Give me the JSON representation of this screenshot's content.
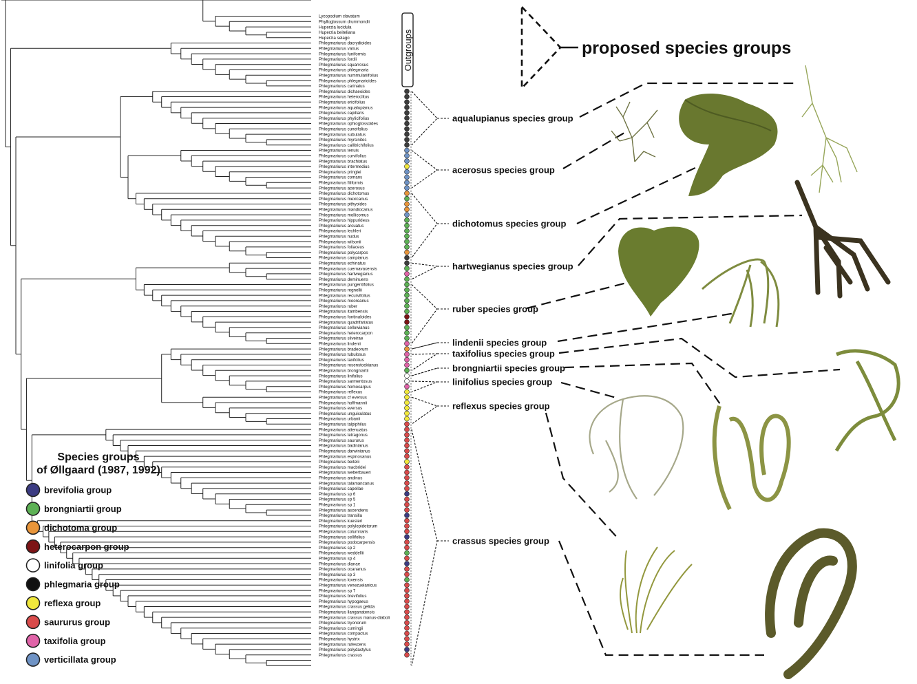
{
  "colors": {
    "brevifolia": "#3b3b82",
    "brongniartii": "#5db155",
    "dichotoma": "#e8953a",
    "heterocarpon": "#7d1416",
    "linifolia": "#ffffff",
    "phlegmaria": "#111111",
    "reflexa": "#f1e83c",
    "saururus": "#d94b4b",
    "taxifolia": "#e063a8",
    "verticillata": "#6f93c5",
    "dark": "#3d3d3d"
  },
  "outgroups_label": "Outgroups",
  "proposed_label": "proposed species groups",
  "legend": {
    "title_line1": "Species groups",
    "title_line2": "of Øllgaard (1987, 1992)",
    "items": [
      {
        "label": "brevifolia group",
        "color_key": "brevifolia"
      },
      {
        "label": "brongniartii group",
        "color_key": "brongniartii"
      },
      {
        "label": "dichotoma group",
        "color_key": "dichotoma"
      },
      {
        "label": "heterocarpon group",
        "color_key": "heterocarpon"
      },
      {
        "label": "linifolia group",
        "color_key": "linifolia"
      },
      {
        "label": "phlegmaria group",
        "color_key": "phlegmaria"
      },
      {
        "label": "reflexa group",
        "color_key": "reflexa"
      },
      {
        "label": "saururus group",
        "color_key": "saururus"
      },
      {
        "label": "taxifolia group",
        "color_key": "taxifolia"
      },
      {
        "label": "verticillata group",
        "color_key": "verticillata"
      }
    ]
  },
  "taxa": [
    {
      "name": "Lycopodium clavatum"
    },
    {
      "name": "Phylloglossum drummondii"
    },
    {
      "name": "Huperzia lucidula"
    },
    {
      "name": "Huperzia beiteliana"
    },
    {
      "name": "Huperzia selago"
    },
    {
      "name": "Phlegmariurus dacrydioides"
    },
    {
      "name": "Phlegmariurus varius"
    },
    {
      "name": "Phlegmariurus funiformis"
    },
    {
      "name": "Phlegmariurus fordii"
    },
    {
      "name": "Phlegmariurus squarrosus"
    },
    {
      "name": "Phlegmariurus phlegmaria"
    },
    {
      "name": "Phlegmariurus nummulariifolius"
    },
    {
      "name": "Phlegmariurus phlegmarioides"
    },
    {
      "name": "Phlegmariurus carinatus"
    },
    {
      "name": "Phlegmariurus dichaeoides",
      "c": "dark"
    },
    {
      "name": "Phlegmariurus heteroclitus",
      "c": "dark"
    },
    {
      "name": "Phlegmariurus ericifolius",
      "c": "dark"
    },
    {
      "name": "Phlegmariurus aqualupianus",
      "c": "dark"
    },
    {
      "name": "Phlegmariurus capillaris",
      "c": "dark"
    },
    {
      "name": "Phlegmariurus phylicifolius",
      "c": "dark"
    },
    {
      "name": "Phlegmariurus ophioglossoides",
      "c": "dark"
    },
    {
      "name": "Phlegmariurus cuneifolius",
      "c": "dark"
    },
    {
      "name": "Phlegmariurus subulatus",
      "c": "dark"
    },
    {
      "name": "Phlegmariurus myrsinites",
      "c": "dark"
    },
    {
      "name": "Phlegmariurus callitrichifolius",
      "c": "dark"
    },
    {
      "name": "Phlegmariurus tenuis",
      "c": "verticillata"
    },
    {
      "name": "Phlegmariurus curvifolius",
      "c": "verticillata"
    },
    {
      "name": "Phlegmariurus brachiatus",
      "c": "verticillata"
    },
    {
      "name": "Phlegmariurus intermedius",
      "c": "reflexa"
    },
    {
      "name": "Phlegmariurus pringlei",
      "c": "verticillata"
    },
    {
      "name": "Phlegmariurus comans",
      "c": "verticillata"
    },
    {
      "name": "Phlegmariurus filiformis",
      "c": "verticillata"
    },
    {
      "name": "Phlegmariurus acerosus",
      "c": "verticillata"
    },
    {
      "name": "Phlegmariurus dichotomus",
      "c": "dichotoma"
    },
    {
      "name": "Phlegmariurus mexicanus",
      "c": "brongniartii"
    },
    {
      "name": "Phlegmariurus pithyoides",
      "c": "dichotoma"
    },
    {
      "name": "Phlegmariurus mandiocanus",
      "c": "dichotoma"
    },
    {
      "name": "Phlegmariurus mollicomus",
      "c": "verticillata"
    },
    {
      "name": "Phlegmariurus hippurideus",
      "c": "brongniartii"
    },
    {
      "name": "Phlegmariurus arcuatus",
      "c": "brongniartii"
    },
    {
      "name": "Phlegmariurus lechleri",
      "c": "brongniartii"
    },
    {
      "name": "Phlegmariurus nudus",
      "c": "brongniartii"
    },
    {
      "name": "Phlegmariurus wilsonii",
      "c": "brongniartii"
    },
    {
      "name": "Phlegmariurus foliaceus",
      "c": "brongniartii"
    },
    {
      "name": "Phlegmariurus polycarpos",
      "c": "dichotoma"
    },
    {
      "name": "Phlegmariurus campianus",
      "c": "dark"
    },
    {
      "name": "Phlegmariurus echinatus",
      "c": "dark"
    },
    {
      "name": "Phlegmariurus cuernavacensis",
      "c": "brongniartii"
    },
    {
      "name": "Phlegmariurus hartwegianus",
      "c": "taxifolia"
    },
    {
      "name": "Phlegmariurus deminuens",
      "c": "brongniartii"
    },
    {
      "name": "Phlegmariurus pungentifolius",
      "c": "brongniartii"
    },
    {
      "name": "Phlegmariurus regnellii",
      "c": "brongniartii"
    },
    {
      "name": "Phlegmariurus recurvifolius",
      "c": "brongniartii"
    },
    {
      "name": "Phlegmariurus mooreanus",
      "c": "brongniartii"
    },
    {
      "name": "Phlegmariurus ruber",
      "c": "brongniartii"
    },
    {
      "name": "Phlegmariurus itambensis",
      "c": "brongniartii"
    },
    {
      "name": "Phlegmariurus fontinaloides",
      "c": "heterocarpon"
    },
    {
      "name": "Phlegmariurus quadrifariatus",
      "c": "heterocarpon"
    },
    {
      "name": "Phlegmariurus sellowianus",
      "c": "brongniartii"
    },
    {
      "name": "Phlegmariurus heterocarpon",
      "c": "brongniartii"
    },
    {
      "name": "Phlegmariurus silveirae",
      "c": "brongniartii"
    },
    {
      "name": "Phlegmariurus lindenii",
      "c": "taxifolia"
    },
    {
      "name": "Phlegmariurus bradeorum",
      "c": "dichotoma"
    },
    {
      "name": "Phlegmariurus tubulosus",
      "c": "taxifolia"
    },
    {
      "name": "Phlegmariurus taxifolius",
      "c": "taxifolia"
    },
    {
      "name": "Phlegmariurus rosenstockianus",
      "c": "taxifolia"
    },
    {
      "name": "Phlegmariurus brongniartii",
      "c": "brongniartii"
    },
    {
      "name": "Phlegmariurus linifolius",
      "c": "linifolia"
    },
    {
      "name": "Phlegmariurus sarmentosus",
      "c": "linifolia"
    },
    {
      "name": "Phlegmariurus homocarpus",
      "c": "taxifolia"
    },
    {
      "name": "Phlegmariurus reflexus",
      "c": "reflexa"
    },
    {
      "name": "Phlegmariurus cf eversus",
      "c": "reflexa"
    },
    {
      "name": "Phlegmariurus hoffmannii",
      "c": "reflexa"
    },
    {
      "name": "Phlegmariurus eversus",
      "c": "reflexa"
    },
    {
      "name": "Phlegmariurus unguiculatus",
      "c": "reflexa"
    },
    {
      "name": "Phlegmariurus urbanii",
      "c": "reflexa"
    },
    {
      "name": "Phlegmariurus talpiphilus",
      "c": "saururus"
    },
    {
      "name": "Phlegmariurus attenuatus",
      "c": "saururus"
    },
    {
      "name": "Phlegmariurus tetragonus",
      "c": "saururus"
    },
    {
      "name": "Phlegmariurus saururus",
      "c": "saururus"
    },
    {
      "name": "Phlegmariurus badinianus",
      "c": "saururus"
    },
    {
      "name": "Phlegmariurus darwinianus",
      "c": "saururus"
    },
    {
      "name": "Phlegmariurus espinosanus",
      "c": "saururus"
    },
    {
      "name": "Phlegmariurus beitelii",
      "c": "reflexa"
    },
    {
      "name": "Phlegmariurus macbridei",
      "c": "saururus"
    },
    {
      "name": "Phlegmariurus weberbaueri",
      "c": "saururus"
    },
    {
      "name": "Phlegmariurus andinus",
      "c": "saururus"
    },
    {
      "name": "Phlegmariurus talamancanus",
      "c": "saururus"
    },
    {
      "name": "Phlegmariurus capellae",
      "c": "saururus"
    },
    {
      "name": "Phlegmariurus sp 6",
      "c": "brevifolia"
    },
    {
      "name": "Phlegmariurus sp 5",
      "c": "saururus"
    },
    {
      "name": "Phlegmariurus sp 1",
      "c": "saururus"
    },
    {
      "name": "Phlegmariurus ascendens",
      "c": "saururus"
    },
    {
      "name": "Phlegmariurus transilla",
      "c": "brevifolia"
    },
    {
      "name": "Phlegmariurus kuesteri",
      "c": "saururus"
    },
    {
      "name": "Phlegmariurus polylepidetorum",
      "c": "saururus"
    },
    {
      "name": "Phlegmariurus columnaris",
      "c": "saururus"
    },
    {
      "name": "Phlegmariurus sellifolius",
      "c": "brevifolia"
    },
    {
      "name": "Phlegmariurus podocarpensis",
      "c": "saururus"
    },
    {
      "name": "Phlegmariurus sp 2",
      "c": "saururus"
    },
    {
      "name": "Phlegmariurus weddellii",
      "c": "brongniartii"
    },
    {
      "name": "Phlegmariurus sp 4",
      "c": "saururus"
    },
    {
      "name": "Phlegmariurus dianae",
      "c": "brevifolia"
    },
    {
      "name": "Phlegmariurus ocananus",
      "c": "saururus"
    },
    {
      "name": "Phlegmariurus sp 3",
      "c": "saururus"
    },
    {
      "name": "Phlegmariurus loxensis",
      "c": "brongniartii"
    },
    {
      "name": "Phlegmariurus venezuelanicus",
      "c": "saururus"
    },
    {
      "name": "Phlegmariurus sp 7",
      "c": "saururus"
    },
    {
      "name": "Phlegmariurus brevifolius",
      "c": "saururus"
    },
    {
      "name": "Phlegmariurus hypogaeus",
      "c": "saururus"
    },
    {
      "name": "Phlegmariurus crassus gelida",
      "c": "saururus"
    },
    {
      "name": "Phlegmariurus llanganatensis",
      "c": "saururus"
    },
    {
      "name": "Phlegmariurus crassus manus-diaboli",
      "c": "saururus"
    },
    {
      "name": "Phlegmariurus tryonorum",
      "c": "saururus"
    },
    {
      "name": "Phlegmariurus cumingii",
      "c": "saururus"
    },
    {
      "name": "Phlegmariurus compactus",
      "c": "saururus"
    },
    {
      "name": "Phlegmariurus hystrix",
      "c": "saururus"
    },
    {
      "name": "Phlegmariurus rufescens",
      "c": "saururus"
    },
    {
      "name": "Phlegmariurus polydactylus",
      "c": "brevifolia"
    },
    {
      "name": "Phlegmariurus crassus",
      "c": "saururus"
    }
  ],
  "groups": [
    {
      "label": "aqualupianus species group",
      "from": 14,
      "to": 24
    },
    {
      "label": "acerosus species group",
      "from": 25,
      "to": 32
    },
    {
      "label": "dichotomus species group",
      "from": 33,
      "to": 45
    },
    {
      "label": "hartwegianus species group",
      "from": 46,
      "to": 49
    },
    {
      "label": "ruber species group",
      "from": 50,
      "to": 61
    },
    {
      "label": "lindenii species group",
      "from": 62,
      "to": 62
    },
    {
      "label": "taxifolius species group",
      "from": 63,
      "to": 66
    },
    {
      "label": "brongniartii species group",
      "from": 67,
      "to": 67
    },
    {
      "label": "linifolius species group",
      "from": 68,
      "to": 70
    },
    {
      "label": "reflexus species group",
      "from": 71,
      "to": 76
    },
    {
      "label": "crassus species group",
      "from": 77,
      "to": 121
    }
  ]
}
